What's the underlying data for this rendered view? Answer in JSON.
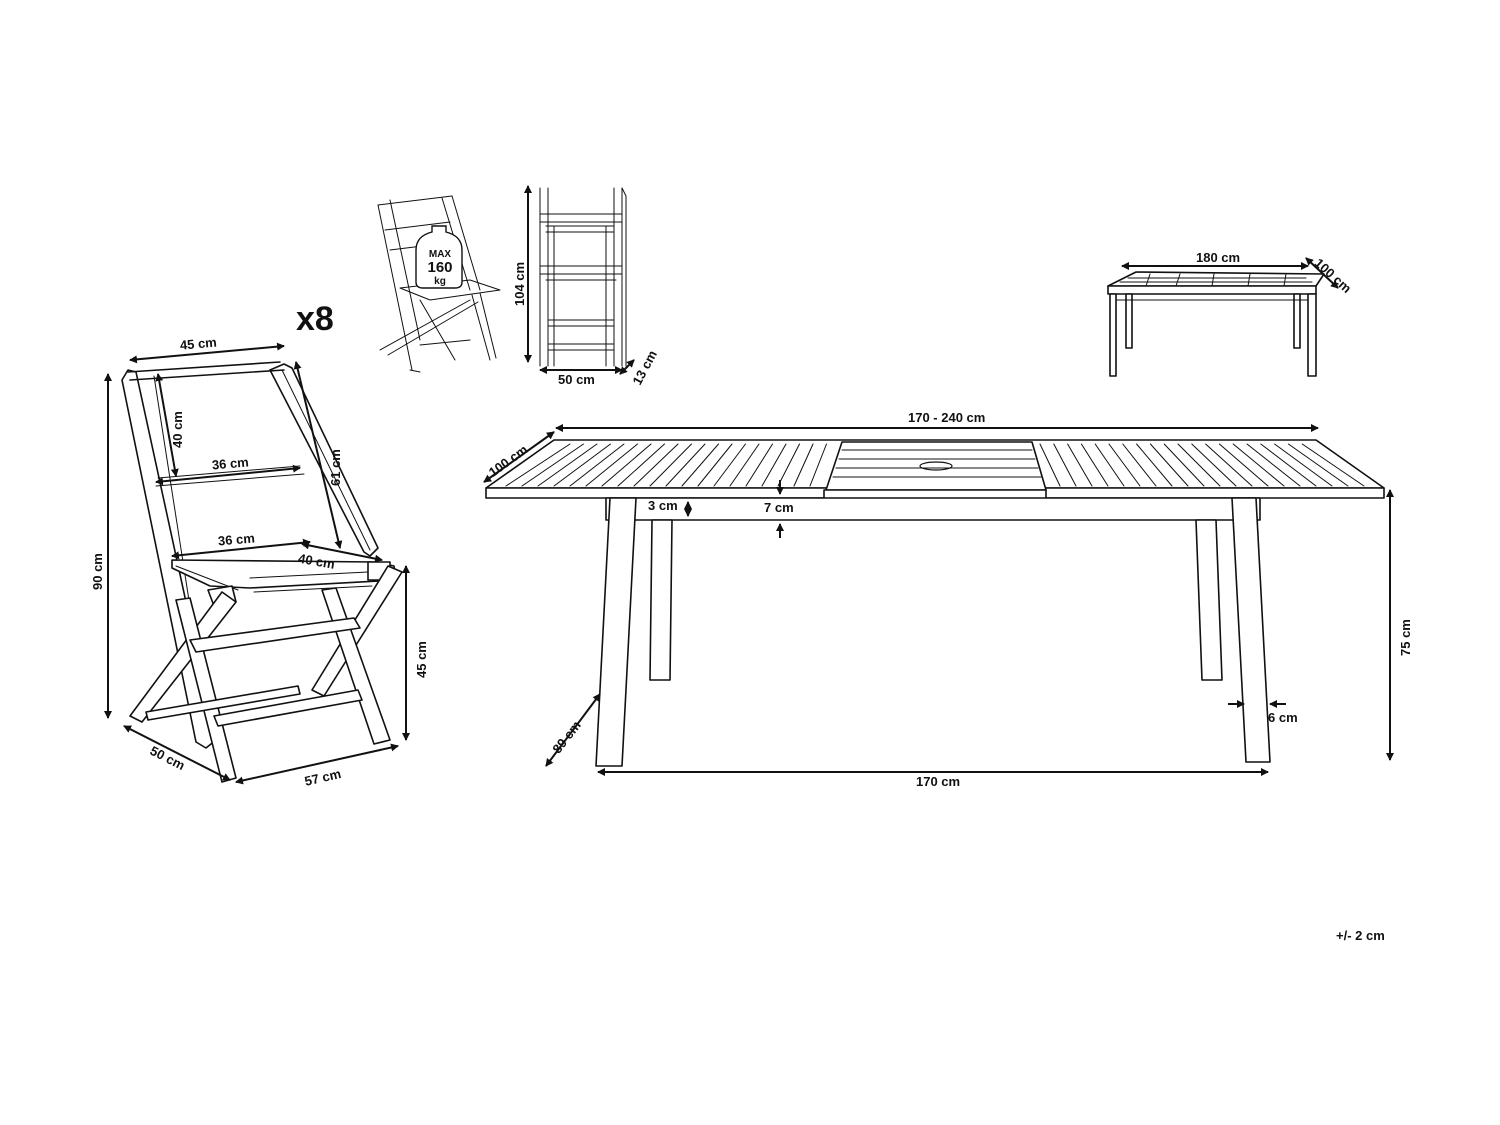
{
  "quantity_label": "x8",
  "weight_badge": {
    "line1": "MAX",
    "line2": "160",
    "line3": "kg"
  },
  "chair": {
    "width_top": "45 cm",
    "back_height": "40 cm",
    "back_width": "36 cm",
    "back_length": "61 cm",
    "seat_width": "36 cm",
    "seat_depth": "40 cm",
    "total_height": "90 cm",
    "seat_height": "45 cm",
    "base_depth": "50 cm",
    "base_width": "57 cm"
  },
  "folded_chair": {
    "height": "104 cm",
    "width": "50 cm",
    "depth": "13 cm"
  },
  "table_small": {
    "length": "180 cm",
    "depth": "100 cm"
  },
  "table": {
    "extended_length": "170 - 240 cm",
    "depth": "100 cm",
    "top_thickness": "3 cm",
    "apron_height": "7 cm",
    "height": "75 cm",
    "leg_width": "6 cm",
    "leg_length": "89 cm",
    "base_length": "170 cm"
  },
  "tolerance": "+/- 2 cm"
}
